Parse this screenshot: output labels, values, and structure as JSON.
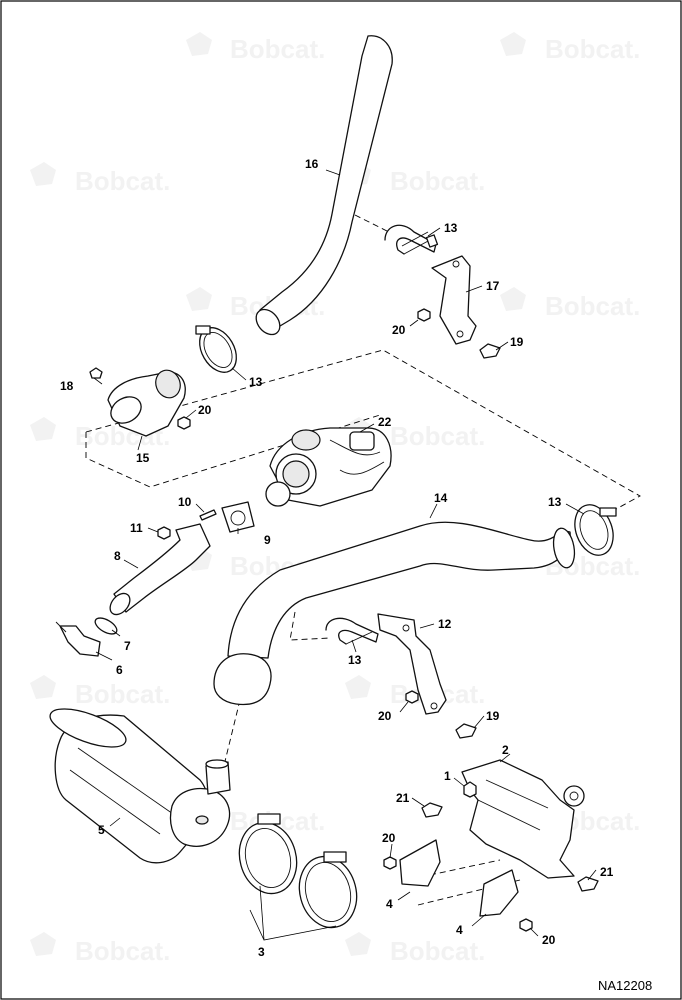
{
  "watermark": {
    "brand": "Bobcat.",
    "color": "#f2f2f2"
  },
  "diagram_code": "NA12208",
  "callouts": {
    "p1": "1",
    "p2": "2",
    "p3": "3",
    "p4a": "4",
    "p4b": "4",
    "p5": "5",
    "p6": "6",
    "p7": "7",
    "p8": "8",
    "p9": "9",
    "p10": "10",
    "p11": "11",
    "p12": "12",
    "p13a": "13",
    "p13b": "13",
    "p13c": "13",
    "p13d": "13",
    "p14": "14",
    "p15": "15",
    "p16": "16",
    "p17": "17",
    "p18": "18",
    "p19a": "19",
    "p19b": "19",
    "p20a": "20",
    "p20b": "20",
    "p20c": "20",
    "p20d": "20",
    "p20e": "20",
    "p21a": "21",
    "p21b": "21",
    "p22": "22"
  }
}
